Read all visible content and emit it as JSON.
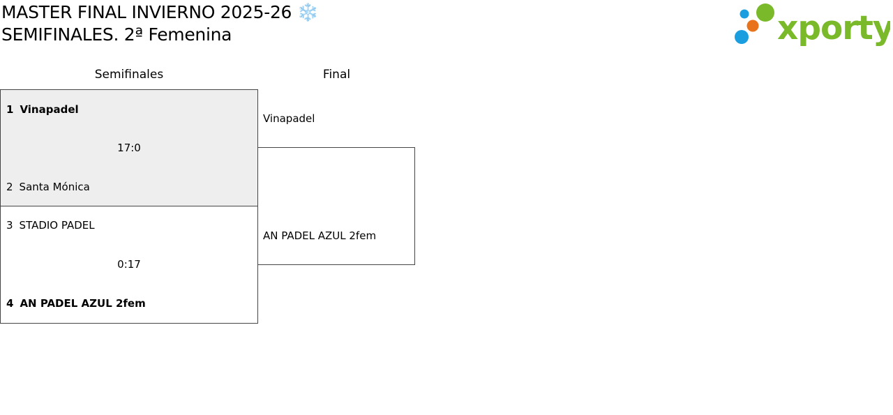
{
  "header": {
    "title": "MASTER FINAL INVIERNO 2025-26 ❄️",
    "subtitle": "SEMIFINALES. 2ª Femenina",
    "logo_text": "xporty"
  },
  "columns": {
    "semifinal_label": "Semifinales",
    "final_label": "Final"
  },
  "semifinals": [
    {
      "team1": {
        "seed": "1",
        "name": "Vinapadel",
        "winner": true
      },
      "score": "17:0",
      "team2": {
        "seed": "2",
        "name": "Santa Mónica",
        "winner": false
      },
      "highlighted": true
    },
    {
      "team1": {
        "seed": "3",
        "name": "STADIO PADEL",
        "winner": false
      },
      "score": "0:17",
      "team2": {
        "seed": "4",
        "name": "AN PADEL AZUL 2fem",
        "winner": true
      },
      "highlighted": false
    }
  ],
  "final": {
    "team1": "Vinapadel",
    "team2": "AN PADEL AZUL 2fem"
  },
  "colors": {
    "highlight_bg": "#eeeeee",
    "border": "#444444",
    "logo_green": "#7ab929",
    "logo_blue": "#1a9ee0",
    "logo_orange": "#e8731a"
  }
}
